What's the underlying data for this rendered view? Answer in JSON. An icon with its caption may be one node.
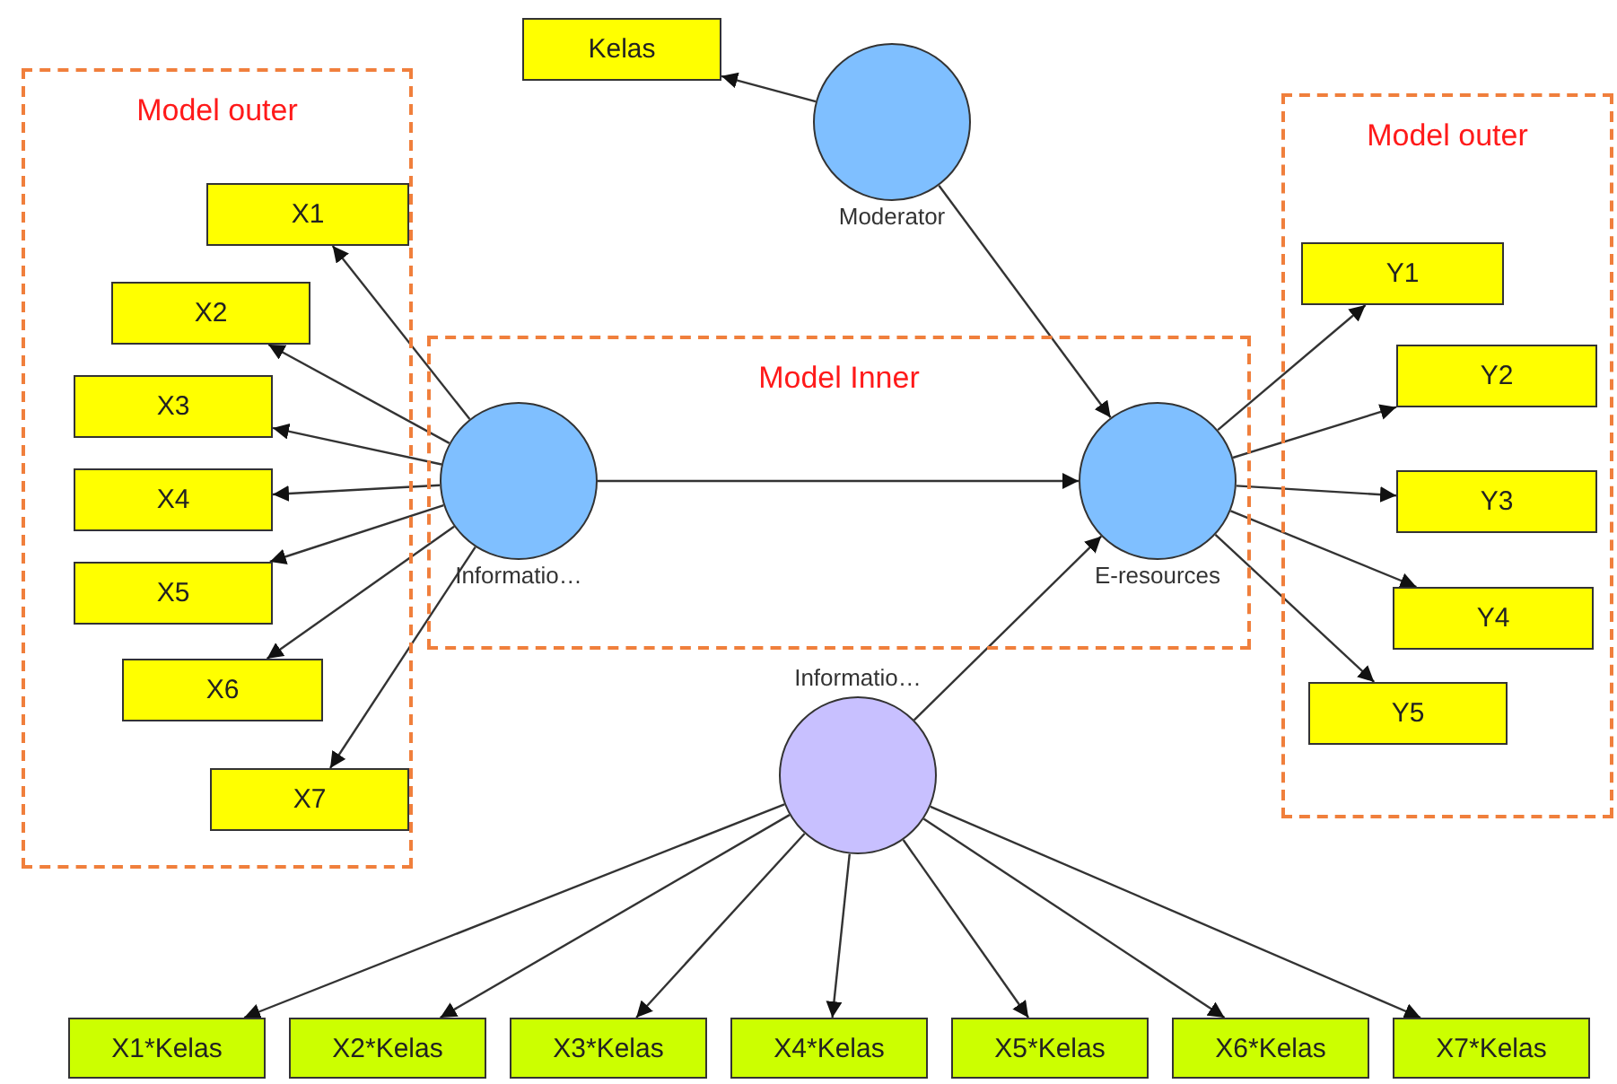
{
  "diagram": {
    "nodes": [
      {
        "text": [
          "Model outer"
        ]
      },
      {
        "text": [
          "X1"
        ],
        "in": 0
      },
      {
        "text": [
          "X2"
        ],
        "in": 0
      },
      {
        "text": [
          "X3"
        ],
        "in": 0
      },
      {
        "text": [
          "X4"
        ],
        "in": 0
      },
      {
        "text": [
          "X5"
        ],
        "in": 0
      },
      {
        "text": [
          "X6"
        ],
        "in": 0
      },
      {
        "text": [
          "X7"
        ],
        "in": 0
      },
      {
        "text": [
          "Kelas"
        ]
      },
      {
        "text": [
          "Moderator"
        ]
      },
      {
        "text": [
          "Model Inner"
        ]
      },
      {
        "text": [
          "Informatio…"
        ],
        "in": 10
      },
      {
        "text": [
          "E-resources"
        ],
        "in": 10
      },
      {
        "text": [
          "Model outer"
        ]
      },
      {
        "text": [
          "Y1"
        ],
        "in": 13
      },
      {
        "text": [
          "Y2"
        ],
        "in": 13
      },
      {
        "text": [
          "Y3"
        ],
        "in": 13
      },
      {
        "text": [
          "Y4"
        ],
        "in": 13
      },
      {
        "text": [
          "Y5"
        ],
        "in": 13
      },
      {
        "text": [
          "Informatio…"
        ]
      },
      {
        "text": [
          "X1*Kelas"
        ]
      },
      {
        "text": [
          "X2*Kelas"
        ]
      },
      {
        "text": [
          "X3*Kelas"
        ]
      },
      {
        "text": [
          "X4*Kelas"
        ]
      },
      {
        "text": [
          "X5*Kelas"
        ]
      },
      {
        "text": [
          "X6*Kelas"
        ]
      },
      {
        "text": [
          "X7*Kelas"
        ]
      }
    ],
    "edges": [
      {
        "from": 11,
        "to": 1,
        "arrow": "to"
      },
      {
        "from": 11,
        "to": 2,
        "arrow": "to"
      },
      {
        "from": 11,
        "to": 3,
        "arrow": "to"
      },
      {
        "from": 11,
        "to": 4,
        "arrow": "to"
      },
      {
        "from": 11,
        "to": 5,
        "arrow": "to"
      },
      {
        "from": 11,
        "to": 6,
        "arrow": "to"
      },
      {
        "from": 11,
        "to": 7,
        "arrow": "to"
      },
      {
        "from": 9,
        "to": 8,
        "arrow": "to"
      },
      {
        "from": 9,
        "to": 12,
        "arrow": "to"
      },
      {
        "from": 11,
        "to": 12,
        "arrow": "to"
      },
      {
        "from": 12,
        "to": 14,
        "arrow": "to"
      },
      {
        "from": 12,
        "to": 15,
        "arrow": "to"
      },
      {
        "from": 12,
        "to": 16,
        "arrow": "to"
      },
      {
        "from": 12,
        "to": 17,
        "arrow": "to"
      },
      {
        "from": 12,
        "to": 18,
        "arrow": "to"
      },
      {
        "from": 19,
        "to": 12,
        "arrow": "to"
      },
      {
        "from": 19,
        "to": 20,
        "arrow": "to"
      },
      {
        "from": 19,
        "to": 21,
        "arrow": "to"
      },
      {
        "from": 19,
        "to": 22,
        "arrow": "to"
      },
      {
        "from": 19,
        "to": 23,
        "arrow": "to"
      },
      {
        "from": 19,
        "to": 24,
        "arrow": "to"
      },
      {
        "from": 19,
        "to": 25,
        "arrow": "to"
      },
      {
        "from": 19,
        "to": 26,
        "arrow": "to"
      }
    ]
  }
}
